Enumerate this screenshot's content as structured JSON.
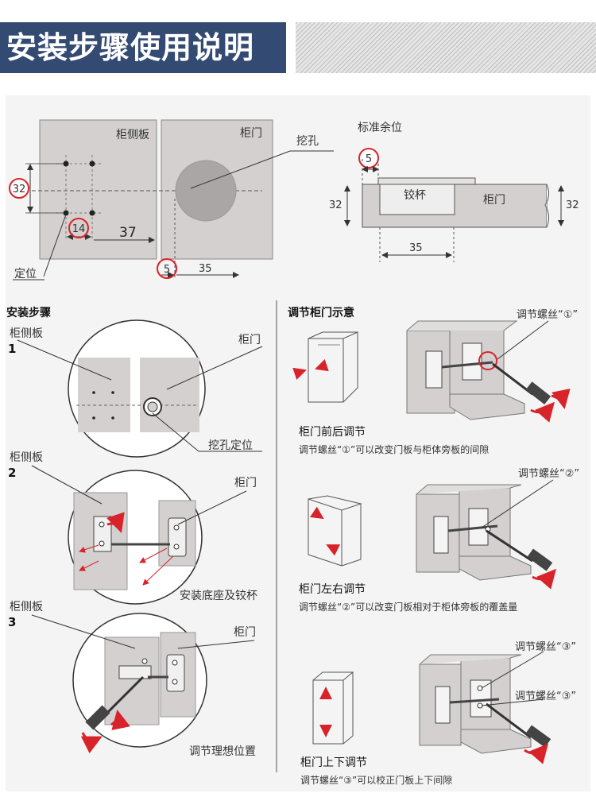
{
  "header": {
    "title": "安装步骤使用说明"
  },
  "dimension_diagram": {
    "cabinet_side_label": "柜侧板",
    "door_label": "柜门",
    "hole_label": "挖孔",
    "position_label": "定位",
    "dim_32": "32",
    "dim_14": "14",
    "dim_37": "37",
    "dim_5": "5",
    "dim_35": "35"
  },
  "margin_diagram": {
    "title": "标准余位",
    "dim_5": "5",
    "cup_label": "铰杯",
    "door_label": "柜门",
    "dim_32_left": "32",
    "dim_32_right": "32",
    "dim_35": "35"
  },
  "install": {
    "heading": "安装步骤",
    "step1": {
      "num": "1",
      "side_label": "柜侧板",
      "door_label": "柜门",
      "caption": "挖孔定位"
    },
    "step2": {
      "num": "2",
      "side_label": "柜侧板",
      "door_label": "柜门",
      "caption": "安装底座及铰杯"
    },
    "step3": {
      "num": "3",
      "side_label": "柜侧板",
      "door_label": "柜门",
      "caption": "调节理想位置"
    }
  },
  "adjust": {
    "heading": "调节柜门示意",
    "a1": {
      "screw_label": "调节螺丝“①”",
      "title": "柜门前后调节",
      "desc": "调节螺丝“①”可以改变门板与柜体旁板的间隙"
    },
    "a2": {
      "screw_label": "调节螺丝“②”",
      "title": "柜门左右调节",
      "desc": "调节螺丝“②”可以改变门板相对于柜体旁板的覆盖量"
    },
    "a3": {
      "screw_label_top": "调节螺丝“③”",
      "screw_label_mid": "调节螺丝“③”",
      "title": "柜门上下调节",
      "desc": "调节螺丝“③”可以校正门板上下间隙"
    }
  },
  "colors": {
    "header_bg": "#334a73",
    "accent_red": "#d8232a",
    "panel_bg": "#f4f4f4",
    "board": "#d3d0cf",
    "line": "#333333"
  }
}
